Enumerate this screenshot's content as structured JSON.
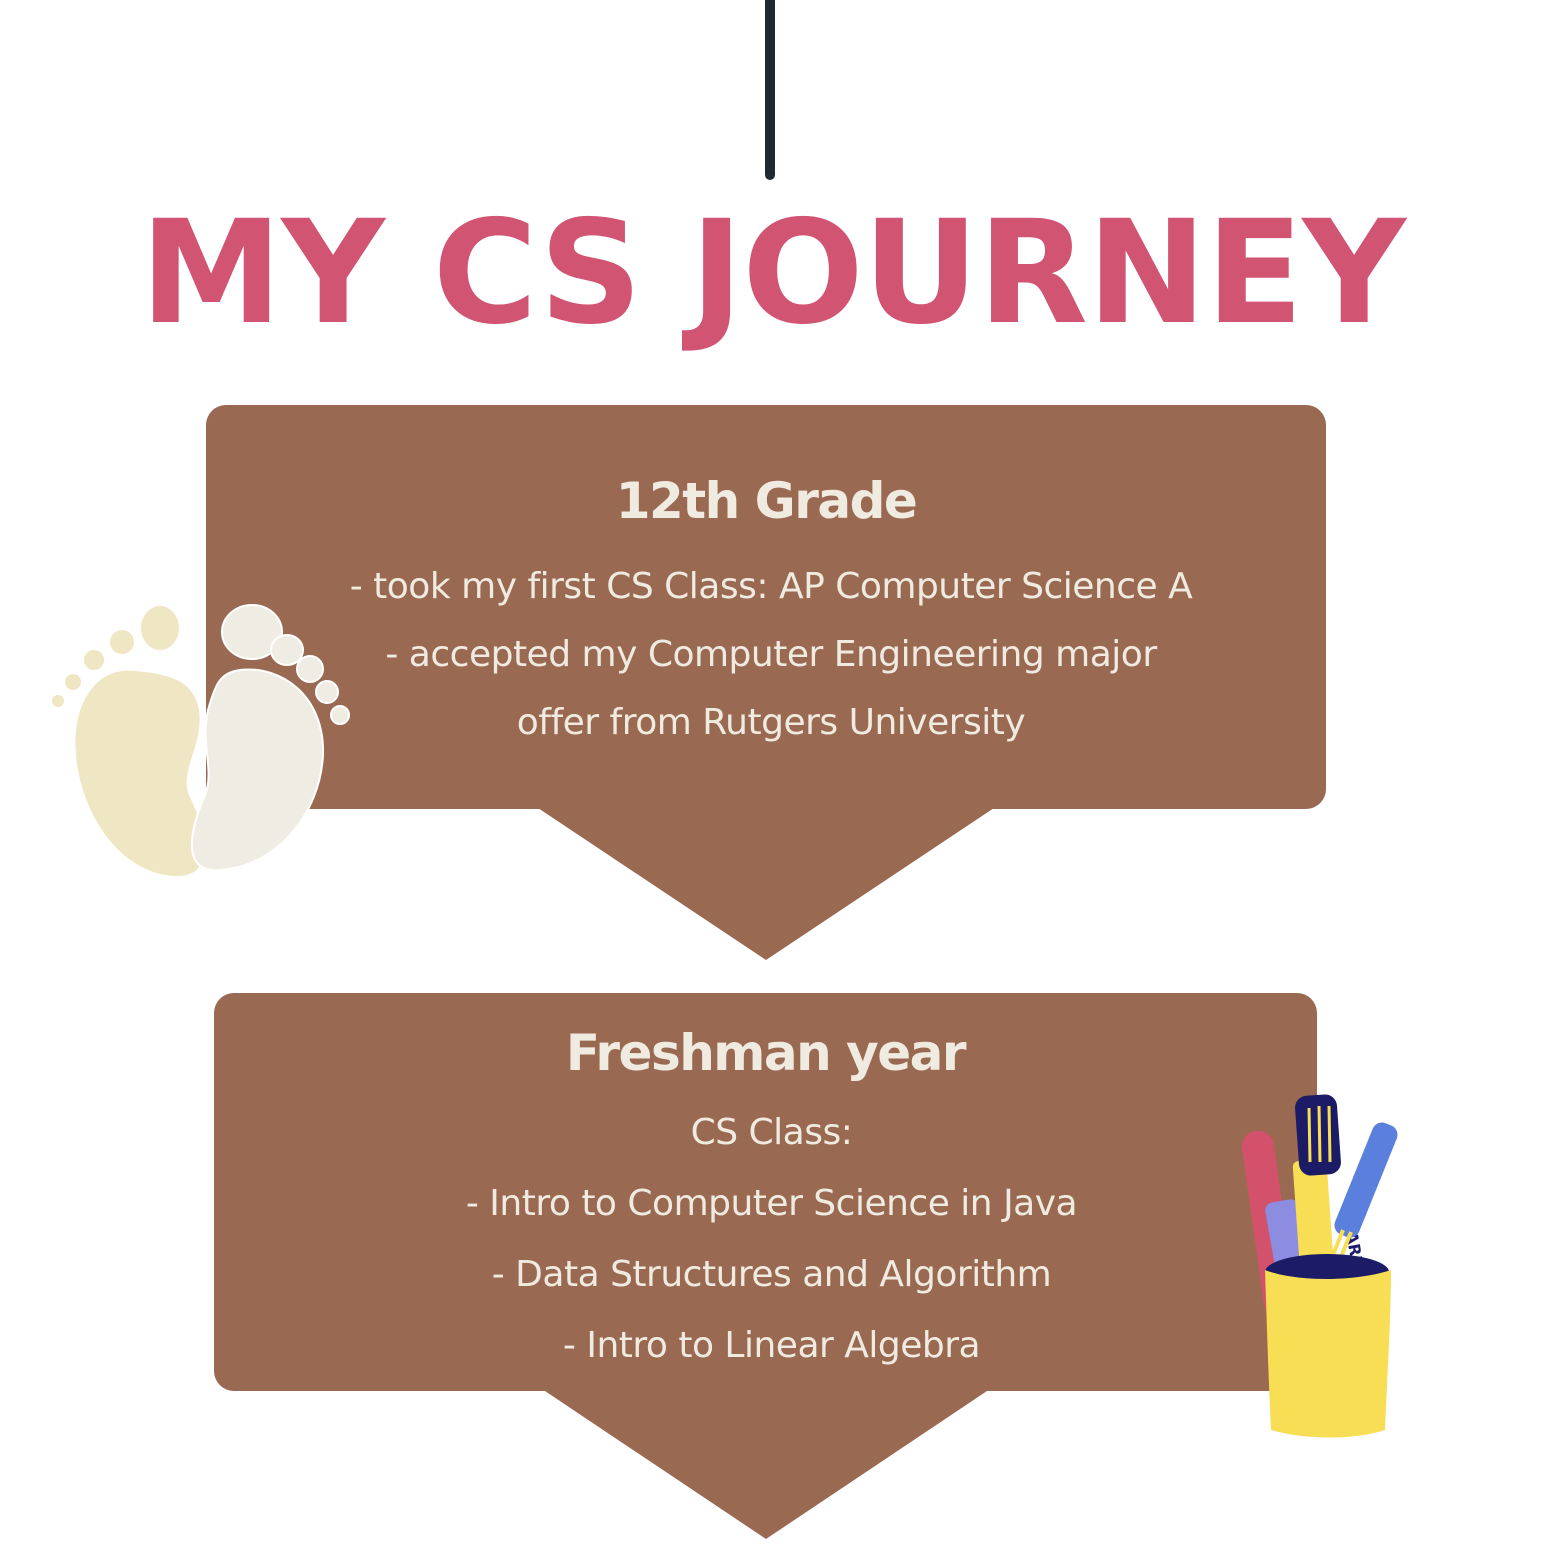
{
  "colors": {
    "background": "#ffffff",
    "title": "#d15472",
    "box": "#9a6952",
    "box_text": "#f0ebe0",
    "connector_line": "#1f2a30",
    "left_foot": "#efe6c4",
    "right_foot": "#efede3",
    "cup": "#f7de55",
    "pen_red": "#d4516b",
    "pen_purple": "#8c8ce0",
    "marker_navy": "#1b1b66",
    "pen_blue": "#5b7fdd"
  },
  "title": "MY CS JOURNEY",
  "steps": [
    {
      "heading": "12th Grade",
      "lines": [
        "- took my first CS Class: AP Computer Science A",
        "- accepted my Computer Engineering major",
        "offer from Rutgers University"
      ]
    },
    {
      "heading": "Freshman year",
      "lines": [
        "CS Class:",
        "- Intro to Computer Science in Java",
        "- Data Structures and Algorithm",
        "- Intro to Linear Algebra"
      ]
    }
  ],
  "decorations": {
    "feet_icon": "baby-footprints-icon",
    "pen_cup_icon": "pen-cup-icon",
    "marker_label": "MARK"
  }
}
